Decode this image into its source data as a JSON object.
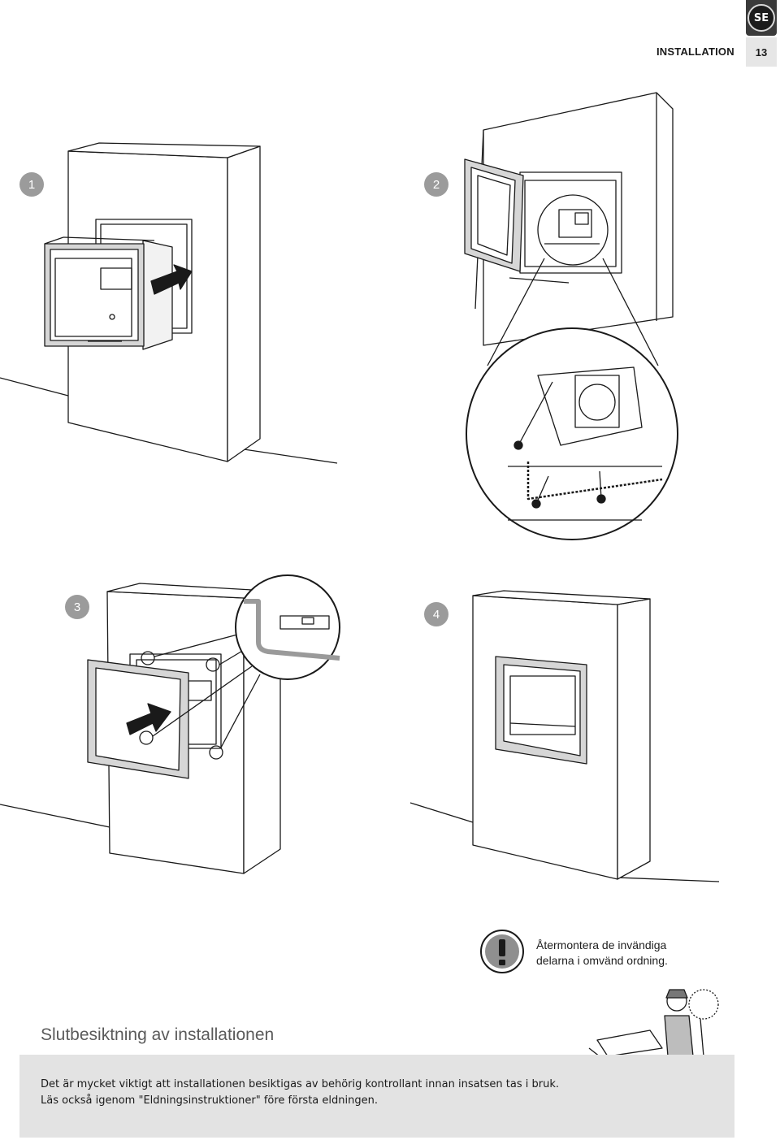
{
  "header": {
    "language_badge": "SE",
    "section": "INSTALLATION",
    "page_number": "13"
  },
  "steps": [
    "1",
    "2",
    "3",
    "4"
  ],
  "notice": {
    "icon": "exclamation-icon",
    "lines": [
      "Återmontera de invändiga",
      "delarna i omvänd ordning."
    ]
  },
  "final_inspection": {
    "heading": "Slutbesiktning av installationen",
    "lines": [
      "Det är mycket viktigt att installationen besiktigas av behörig kontrollant innan insatsen tas i bruk.",
      "Läs också igenom \"Eldningsinstruktioner\" före första eldningen."
    ]
  },
  "colors": {
    "step_badge": "#9b9b9b",
    "band": "#e3e3e3",
    "tab": "#3a3a3a"
  }
}
